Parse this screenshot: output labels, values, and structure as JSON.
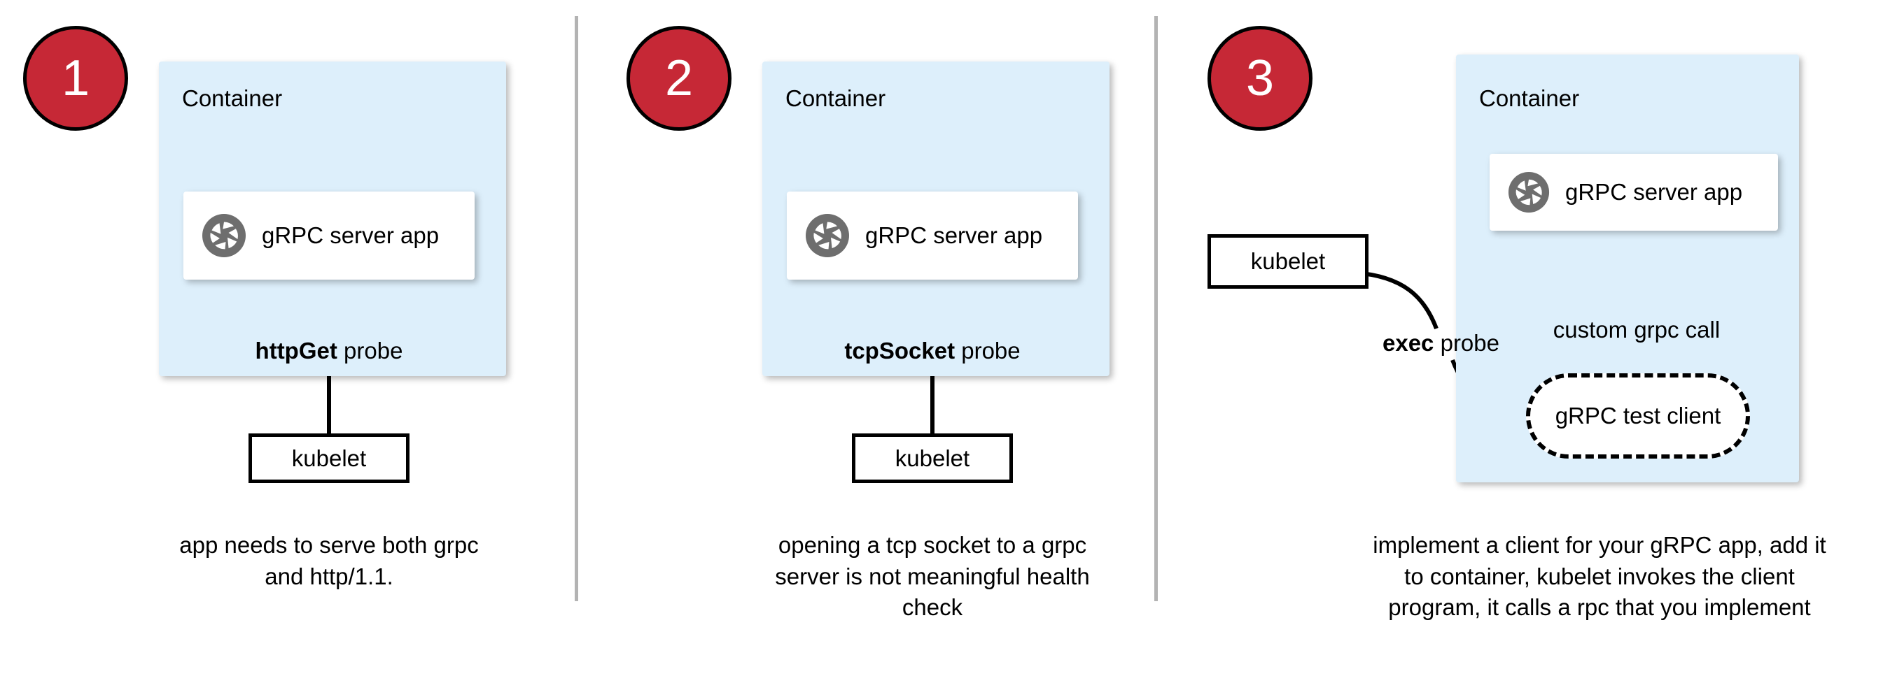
{
  "diagram": {
    "title": "gRPC health probe approaches",
    "accent_red": "#c62836",
    "container_blue": "#ddeffb",
    "icon_gray": "#6e6e6e",
    "divider_gray": "#b3b3b3"
  },
  "panels": [
    {
      "step": "1",
      "container_label": "Container",
      "app_label": "gRPC server app",
      "app_icon": "grpc-aperture-icon",
      "probe_label_bold": "httpGet",
      "probe_label_rest": " probe",
      "kubelet_label": "kubelet",
      "caption_lines": [
        "app needs to serve both grpc",
        "and http/1.1."
      ]
    },
    {
      "step": "2",
      "container_label": "Container",
      "app_label": "gRPC server app",
      "app_icon": "grpc-aperture-icon",
      "probe_label_bold": "tcpSocket",
      "probe_label_rest": " probe",
      "kubelet_label": "kubelet",
      "caption_lines": [
        "opening a tcp socket to a grpc",
        "server is not meaningful health",
        "check"
      ]
    },
    {
      "step": "3",
      "container_label": "Container",
      "app_label": "gRPC server app",
      "app_icon": "grpc-aperture-icon",
      "probe_label_bold": "exec",
      "probe_label_rest": " probe",
      "kubelet_label": "kubelet",
      "test_client_label": "gRPC test client",
      "internal_call_label": "custom grpc call",
      "caption_lines": [
        "implement a client for your gRPC app, add it",
        "to container, kubelet invokes the client",
        "program, it calls a rpc that you implement"
      ]
    }
  ]
}
